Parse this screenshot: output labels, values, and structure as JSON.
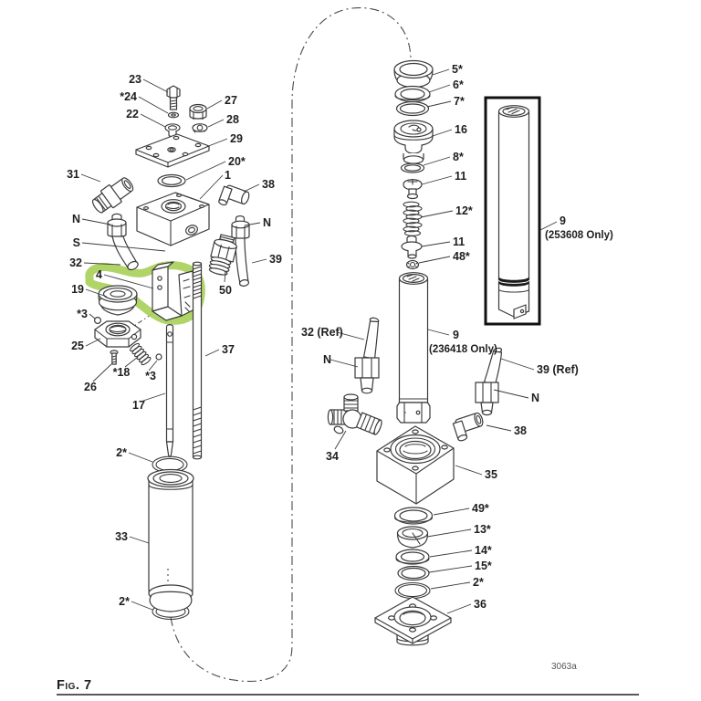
{
  "figure": {
    "caption": "Fig. 7",
    "drawing_number": "3063a"
  },
  "highlight": {
    "color": "#a9d05a",
    "highlighted_callout": "4"
  },
  "callouts": {
    "c23": "23",
    "c24": "*24",
    "c22": "22",
    "c27": "27",
    "c28": "28",
    "c29": "29",
    "c20": "20*",
    "c1": "1",
    "c38_left": "38",
    "c31": "31",
    "cN_left": "N",
    "cN_right": "N",
    "cS": "S",
    "c32": "32",
    "c39": "39",
    "c4": "4",
    "c19": "19",
    "c50": "50",
    "c3_a": "*3",
    "c25": "25",
    "c18": "*18",
    "c3_b": "*3",
    "c26": "26",
    "c17": "17",
    "c37": "37",
    "c2_top": "2*",
    "c33": "33",
    "c2_bottom": "2*",
    "c5": "5*",
    "c6": "6*",
    "c7": "7*",
    "c16": "16",
    "c8": "8*",
    "c11_upper": "11",
    "c12": "12*",
    "c11_lower": "11",
    "c48": "48*",
    "c9_main": "9",
    "c9_main_note": "(236418 Only)",
    "c32_ref": "32 (Ref)",
    "cN_mid": "N",
    "c34": "34",
    "c35": "35",
    "c39_ref": "39 (Ref)",
    "cN_right2": "N",
    "c38_right": "38",
    "c49": "49*",
    "c13": "13*",
    "c14": "14*",
    "c15": "15*",
    "c2_stack": "2*",
    "c36": "36",
    "c9_alt": "9",
    "c9_alt_note": "(253608 Only)"
  }
}
